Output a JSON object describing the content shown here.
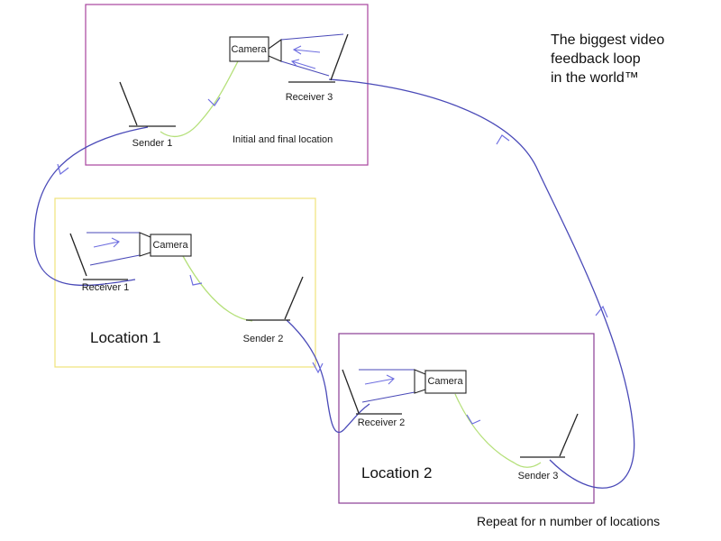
{
  "title_lines": [
    "The biggest video",
    "feedback loop",
    "in the world™"
  ],
  "footer": "Repeat for n number of locations",
  "colors": {
    "box_initial": "#a8449e",
    "box_location1": "#f0e27a",
    "box_location2": "#8a3d94",
    "link_blue": "#4a4ab8",
    "link_green": "#b5e07a",
    "arrow_blue": "#6e6ee0",
    "device": "#222222"
  },
  "boxes": {
    "initial": {
      "caption": "Initial and final location",
      "camera": "Camera",
      "receiver": "Receiver 3",
      "sender": "Sender 1"
    },
    "location1": {
      "caption": "Location 1",
      "camera": "Camera",
      "receiver": "Receiver 1",
      "sender": "Sender 2"
    },
    "location2": {
      "caption": "Location 2",
      "camera": "Camera",
      "receiver": "Receiver 2",
      "sender": "Sender 3"
    }
  },
  "icons": {
    "camera": "camera-icon",
    "receiver": "receiver-screen-icon",
    "sender": "sender-antenna-icon",
    "flow_arrow": "flow-arrow-icon"
  }
}
